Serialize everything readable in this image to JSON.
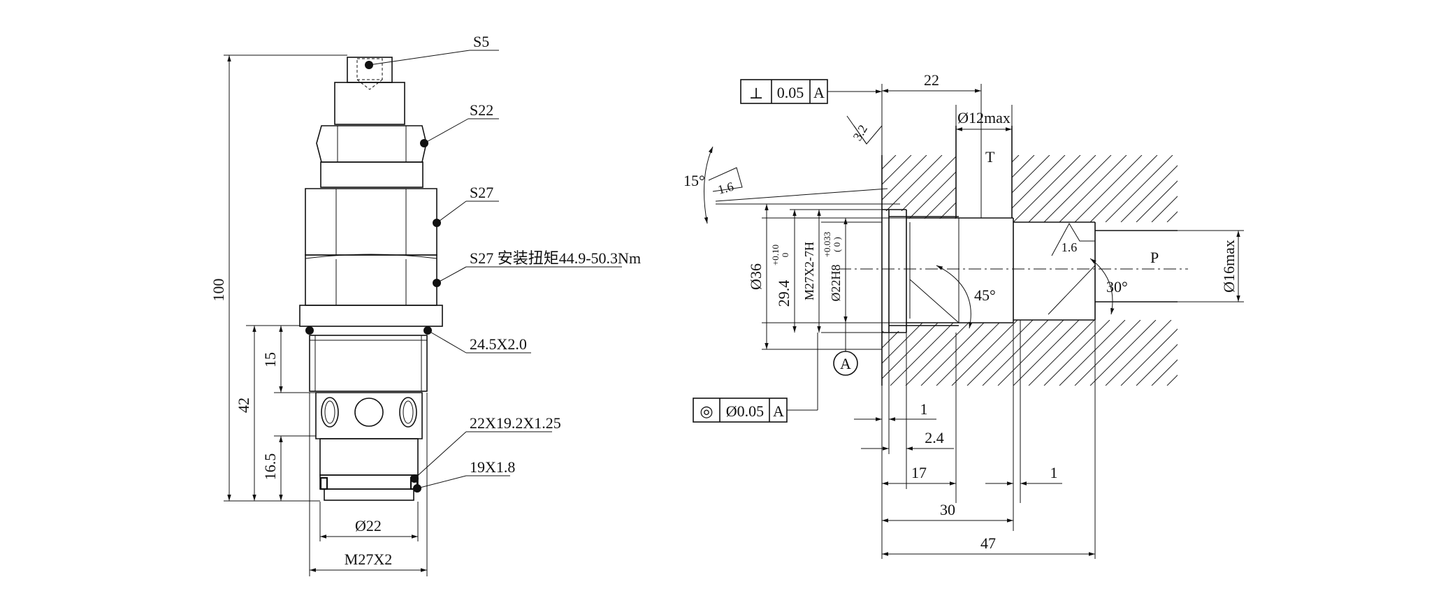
{
  "left_view": {
    "callouts": {
      "s5": "S5",
      "s22": "S22",
      "s27": "S27",
      "s27_torque": "S27 安装扭矩44.9-50.3Nm",
      "oring_1": "24.5X2.0",
      "oring_2": "22X19.2X1.25",
      "oring_3": "19X1.8"
    },
    "dims": {
      "overall_length": "100",
      "thread_to_end": "42",
      "upper": "15",
      "lower": "16.5",
      "body_dia": "Ø22",
      "thread": "M27X2"
    }
  },
  "right_view": {
    "perpendicularity": {
      "symbol": "⊥",
      "tolerance": "0.05",
      "datum": "A"
    },
    "concentricity": {
      "symbol": "◎",
      "tolerance": "Ø0.05",
      "datum": "A"
    },
    "datum_label": "A",
    "dims": {
      "top_depth": "22",
      "t_port_dia": "Ø12max",
      "p_port_dia": "Ø16max",
      "bore_dia": "Ø36",
      "spot_face": "29.4",
      "spot_face_tol_upper": "+0.10",
      "spot_face_tol_lower": "0",
      "thread": "M27X2-7H",
      "pilot_bore": "Ø22H8",
      "pilot_tol_upper": "+0.033",
      "pilot_tol_lower": "( 0 )",
      "d1": "1",
      "d2": "2.4",
      "d17": "17",
      "d30": "30",
      "d47": "47",
      "d1b": "1"
    },
    "angles": {
      "a15": "15°",
      "a45": "45°",
      "a30": "30°"
    },
    "roughness": {
      "r32": "3.2",
      "r16a": "1.6",
      "r16b": "1.6"
    },
    "ports": {
      "t": "T",
      "p": "P"
    }
  }
}
